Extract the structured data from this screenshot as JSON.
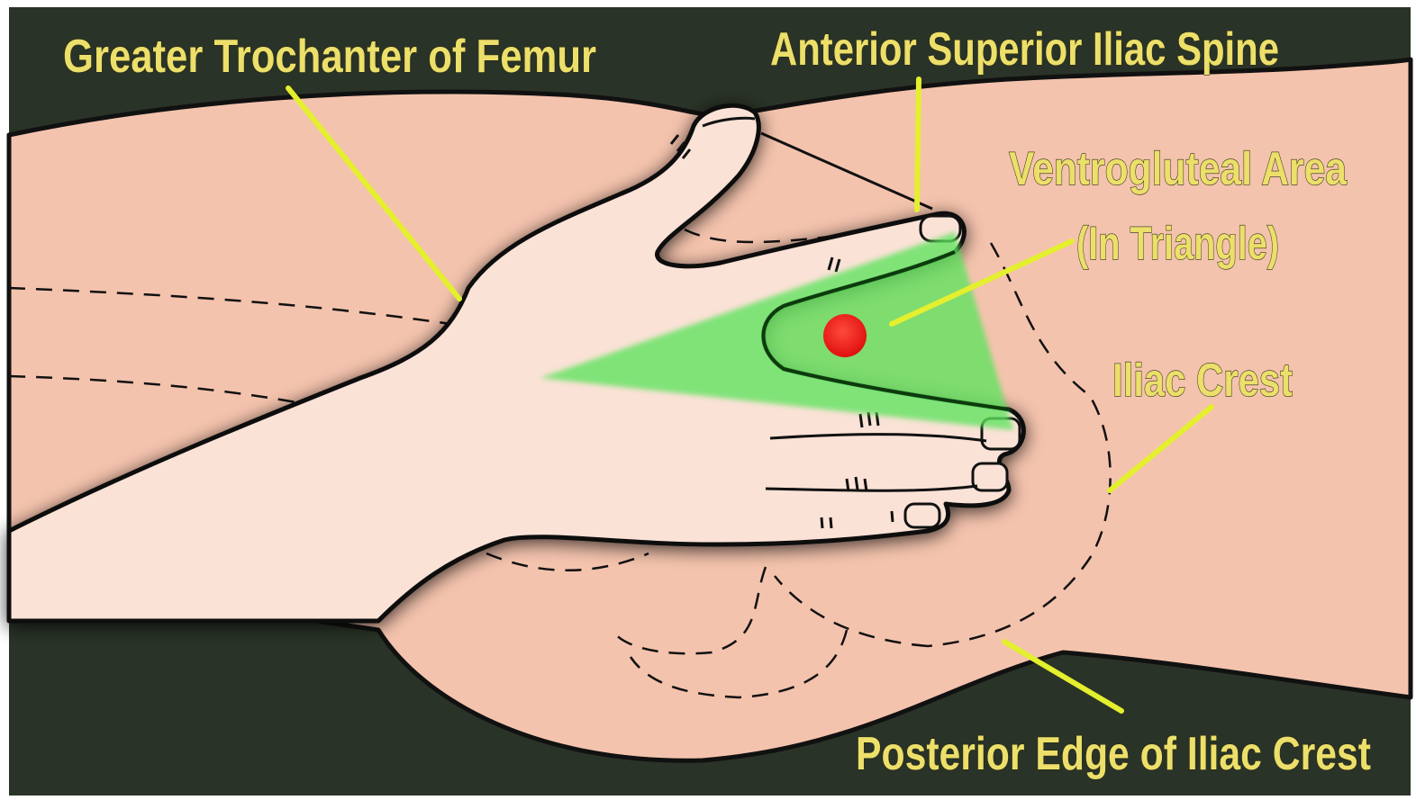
{
  "diagram": {
    "colors": {
      "background": "#2a3327",
      "skin_body": "#f4c3ad",
      "skin_hand": "#fae2d6",
      "outline": "#111111",
      "pointer": "#e4ef2e",
      "label": "#ecdf6a",
      "triangle": "#5ee35e",
      "injection_site": "#ee1d1d"
    },
    "labels": {
      "greater_trochanter": "Greater Trochanter of Femur",
      "asis": "Anterior Superior Iliac Spine",
      "ventrogluteal_line1": "Ventrogluteal Area",
      "ventrogluteal_line2": "(In Triangle)",
      "iliac_crest": "Iliac Crest",
      "posterior_edge": "Posterior Edge of Iliac Crest"
    },
    "icons": {
      "injection_site": "red-dot-icon",
      "hand": "hand-illustration"
    }
  }
}
